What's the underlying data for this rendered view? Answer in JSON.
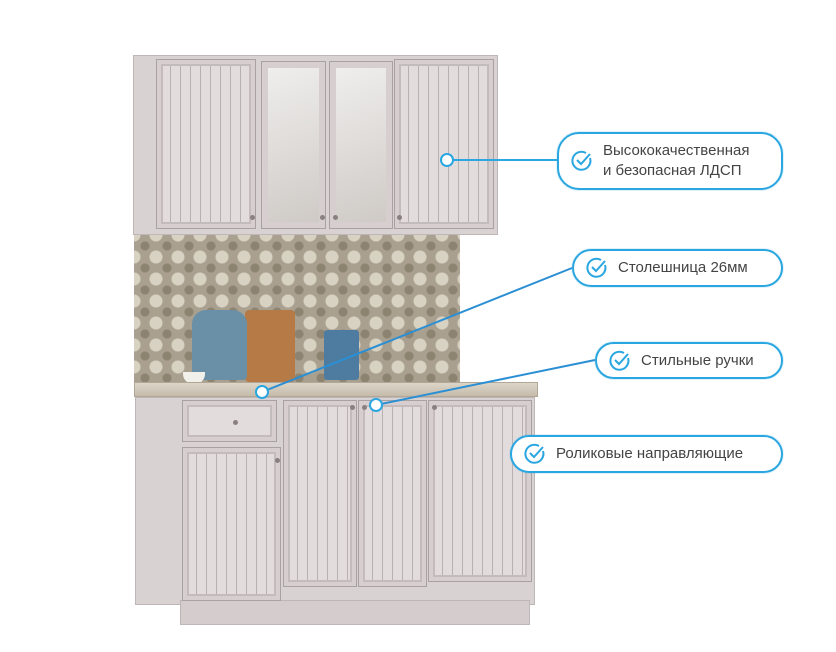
{
  "callouts": [
    {
      "line1": "Высококачественная",
      "line2": "и безопасная ЛДСП"
    },
    {
      "text": "Столешница 26мм"
    },
    {
      "text": "Стильные ручки"
    },
    {
      "text": "Роликовые направляющие"
    }
  ],
  "colors": {
    "accent": "#2aa6e0",
    "accent_dark": "#2a6fc4"
  }
}
